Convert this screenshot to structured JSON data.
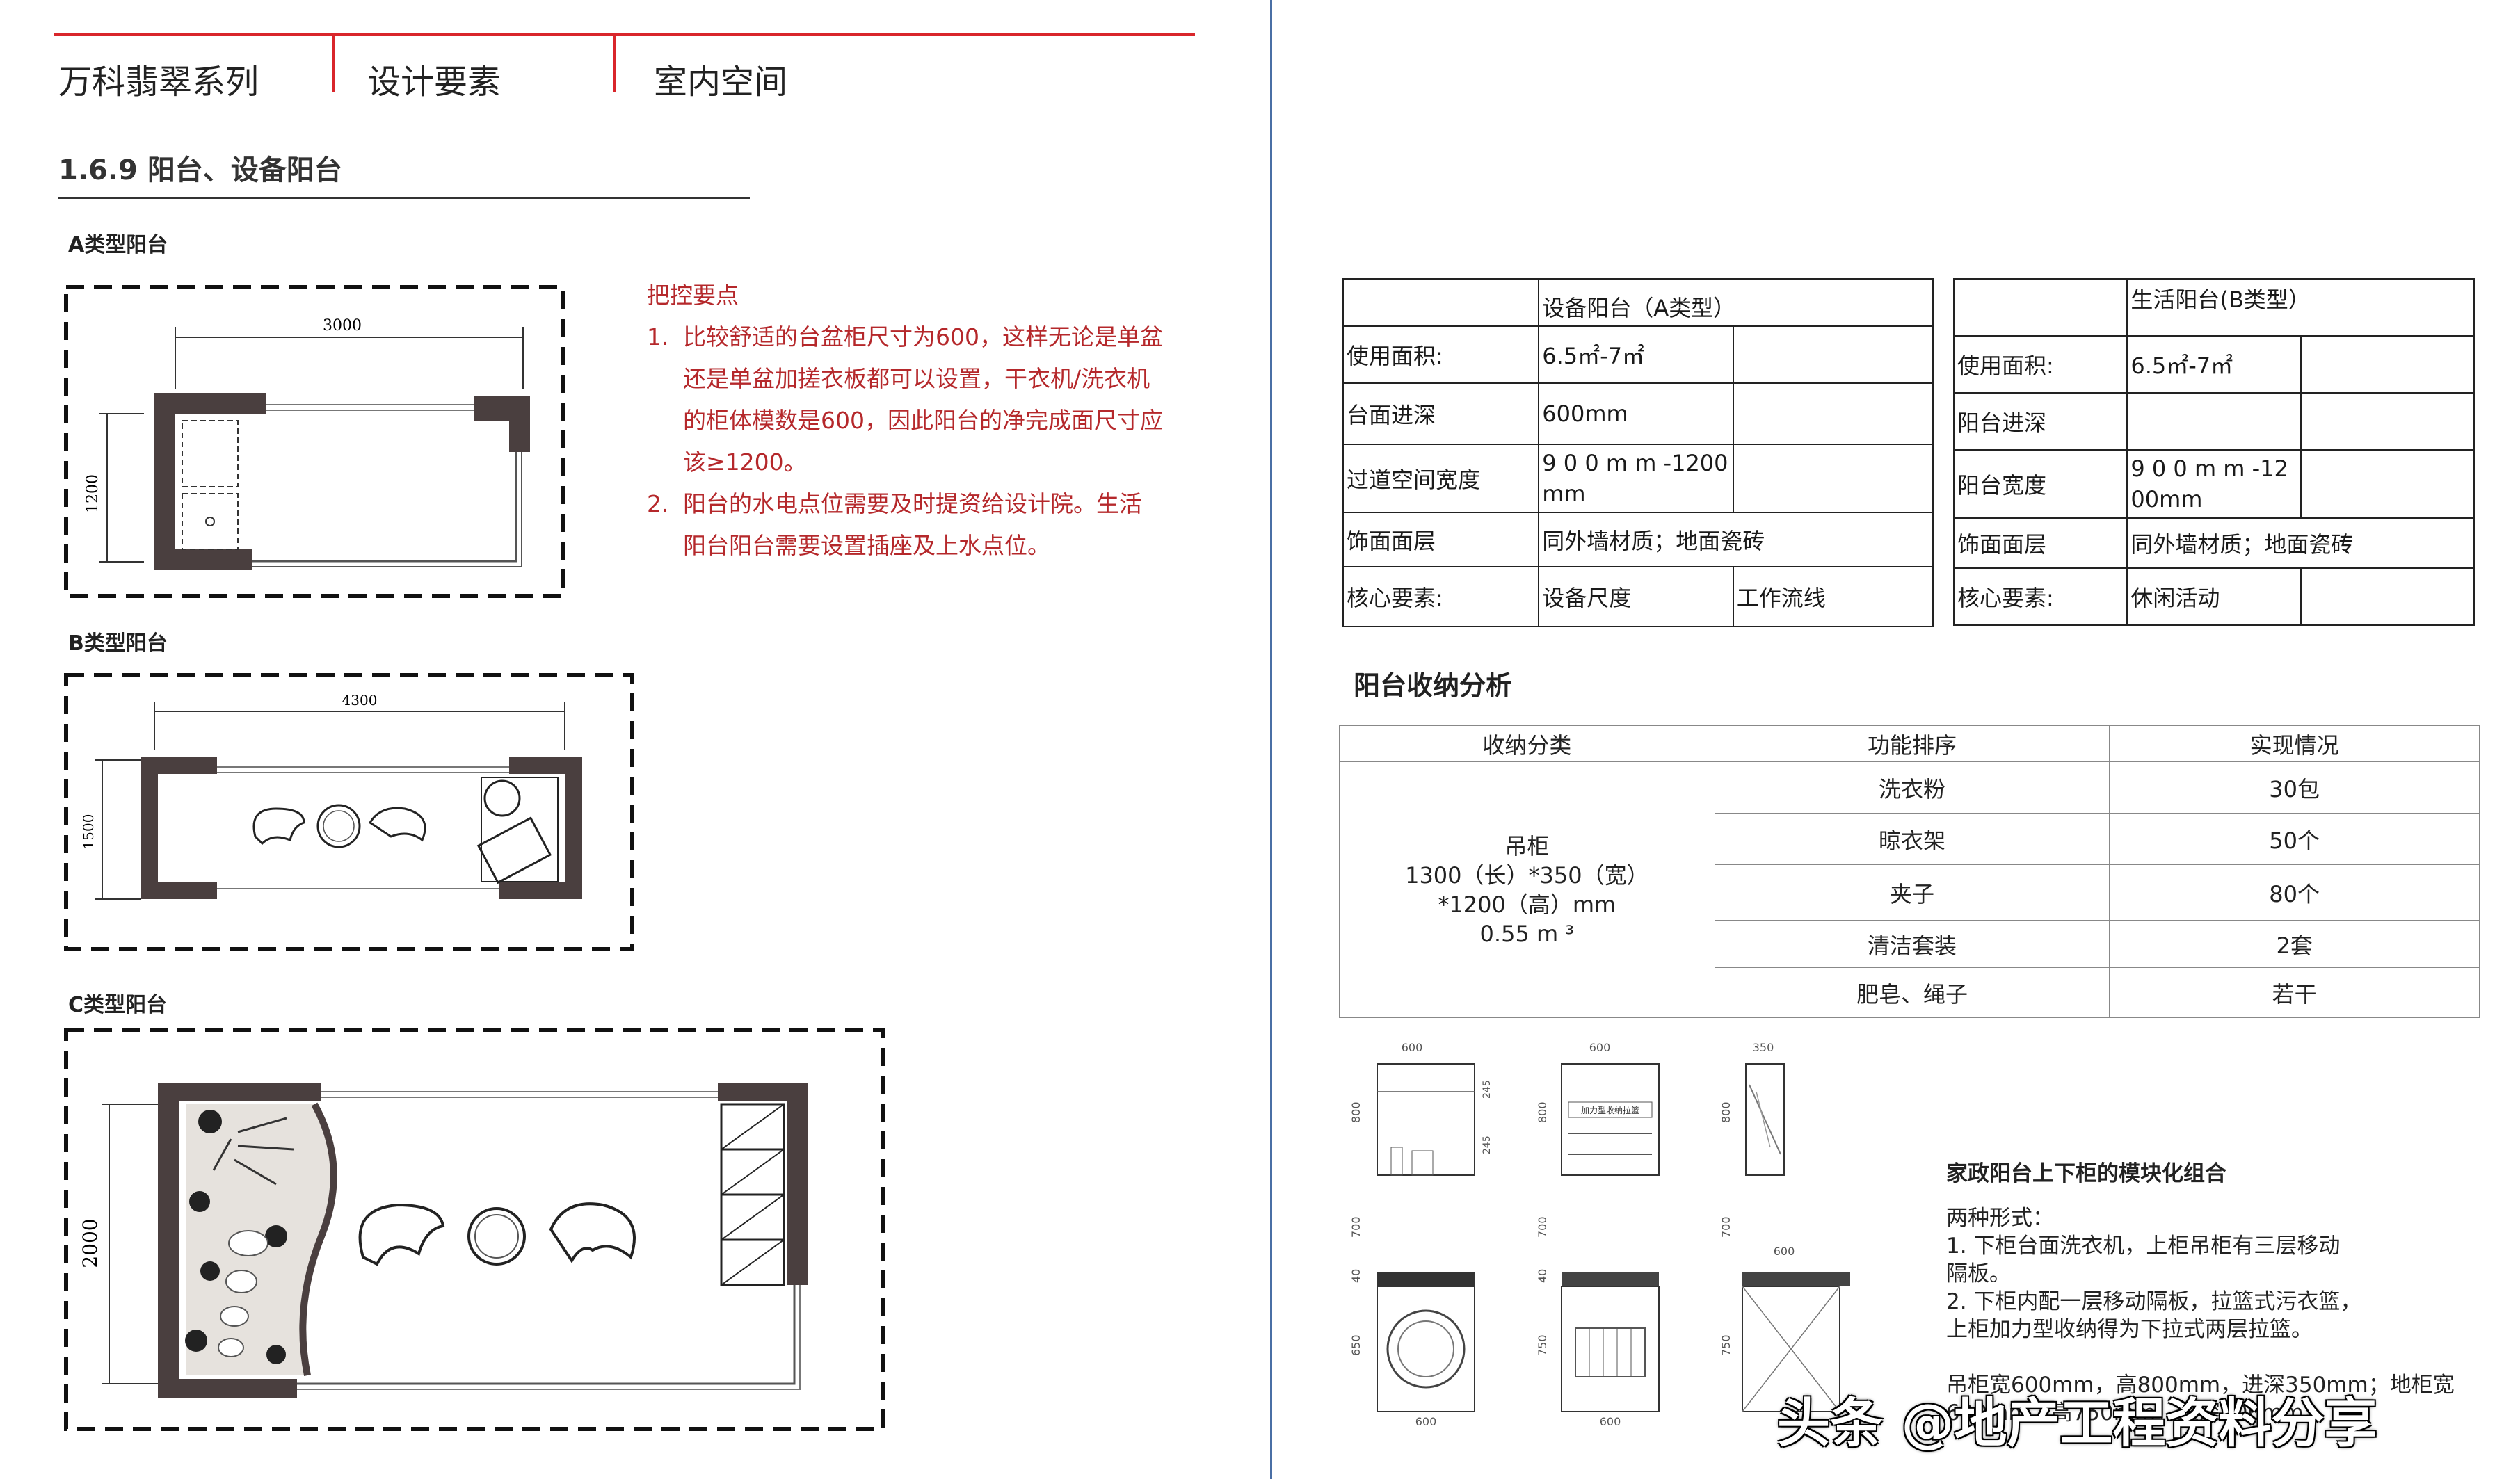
{
  "header": {
    "series": "万科翡翠系列",
    "section": "设计要素",
    "subsection": "室内空间"
  },
  "title": "1.6.9 阳台、设备阳台",
  "plans": {
    "a_label": "A类型阳台",
    "a_width": "3000",
    "a_depth": "1200",
    "b_label": "B类型阳台",
    "b_width": "4300",
    "b_depth": "1500",
    "c_label": "C类型阳台",
    "c_depth": "2000"
  },
  "key_points": {
    "title": "把控要点",
    "items": [
      {
        "num": "1.",
        "line1": "比较舒适的台盆柜尺寸为600，这样无论是单盆",
        "line2": "还是单盆加搓衣板都可以设置，干衣机/洗衣机",
        "line3": "的柜体模数是600，因此阳台的净完成面尺寸应",
        "line4": "该≥1200。"
      },
      {
        "num": "2.",
        "line1": "阳台的水电点位需要及时提资给设计院。生活",
        "line2": "阳台阳台需要设置插座及上水点位。",
        "line3": "",
        "line4": ""
      }
    ]
  },
  "table_a": {
    "header": "设备阳台（A类型）",
    "rows": [
      {
        "label": "使用面积:",
        "value": "6.5㎡-7㎡",
        "extra": ""
      },
      {
        "label": "台面进深",
        "value": "600mm",
        "extra": ""
      },
      {
        "label": "过道空间宽度",
        "value": "9 0 0 m m -1200mm",
        "extra": ""
      },
      {
        "label": "饰面面层",
        "value": "同外墙材质；地面瓷砖",
        "extra": ""
      },
      {
        "label": "核心要素:",
        "value": "设备尺度",
        "extra": "工作流线"
      }
    ]
  },
  "table_b": {
    "header": "生活阳台(B类型）",
    "rows": [
      {
        "label": "使用面积:",
        "value": "6.5㎡-7㎡",
        "extra": ""
      },
      {
        "label": "阳台进深",
        "value": "",
        "extra": ""
      },
      {
        "label": "阳台宽度",
        "value": "9 0 0 m m -1200mm",
        "extra": ""
      },
      {
        "label": "饰面面层",
        "value": "同外墙材质；地面瓷砖",
        "extra": ""
      },
      {
        "label": "核心要素:",
        "value": "休闲活动",
        "extra": ""
      }
    ]
  },
  "storage": {
    "title": "阳台收纳分析",
    "headers": [
      "收纳分类",
      "功能排序",
      "实现情况"
    ],
    "category": {
      "line1": "吊柜",
      "line2": "1300（长）*350（宽）",
      "line3": "*1200（高）mm",
      "line4": "0.55 m ³"
    },
    "rows": [
      {
        "func": "洗衣粉",
        "status": "30包"
      },
      {
        "func": "晾衣架",
        "status": "50个"
      },
      {
        "func": "夹子",
        "status": "80个"
      },
      {
        "func": "清洁套装",
        "status": "2套"
      },
      {
        "func": "肥皂、绳子",
        "status": "若干"
      }
    ]
  },
  "module_note": {
    "title": "家政阳台上下柜的模块化组合",
    "line1": "两种形式：",
    "line2": "1. 下柜台面洗衣机，上柜吊柜有三层移动",
    "line3": "隔板。",
    "line4": "2. 下柜内配一层移动隔板，拉篮式污衣篮，",
    "line5": "上柜加力型收纳得为下拉式两层拉篮。",
    "line6": "吊柜宽600mm，高800mm，进深350mm；地柜宽",
    "line7": "600mm，高750mm，进深600mm。"
  },
  "elevations": {
    "w600": "600",
    "w350": "350",
    "h800": "800",
    "h700": "700",
    "h40": "40",
    "h650": "650",
    "h750": "750",
    "h245": "245",
    "pullout_label": "加力型收纳拉篮"
  },
  "watermark": "头条 @地产工程资料分享",
  "colors": {
    "accent_red": "#d9262b",
    "text_red": "#b5282b",
    "divider_blue": "#4a6fa5",
    "wall": "#4a3f3f"
  }
}
